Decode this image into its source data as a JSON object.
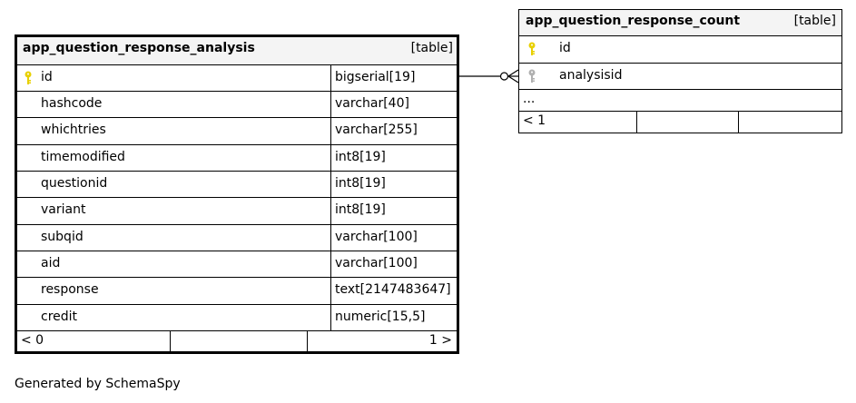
{
  "main_table": {
    "name": "app_question_response_analysis",
    "kind": "[table]",
    "columns": [
      {
        "name": "id",
        "type": "bigserial[19]",
        "key": "primary"
      },
      {
        "name": "hashcode",
        "type": "varchar[40]"
      },
      {
        "name": "whichtries",
        "type": "varchar[255]"
      },
      {
        "name": "timemodified",
        "type": "int8[19]"
      },
      {
        "name": "questionid",
        "type": "int8[19]"
      },
      {
        "name": "variant",
        "type": "int8[19]"
      },
      {
        "name": "subqid",
        "type": "varchar[100]"
      },
      {
        "name": "aid",
        "type": "varchar[100]"
      },
      {
        "name": "response",
        "type": "text[2147483647]"
      },
      {
        "name": "credit",
        "type": "numeric[15,5]"
      }
    ],
    "footer_left": "< 0",
    "footer_right": "1 >"
  },
  "related_table": {
    "name": "app_question_response_count",
    "kind": "[table]",
    "columns": [
      {
        "name": "id",
        "key": "primary"
      },
      {
        "name": "analysisid",
        "key": "foreign"
      }
    ],
    "ellipsis": "...",
    "footer_left": "< 1"
  },
  "colors": {
    "primary_key": "#e8d000",
    "foreign_key": "#b0b0b0",
    "header_bg": "#f4f4f4"
  },
  "footer_text": "Generated by SchemaSpy"
}
